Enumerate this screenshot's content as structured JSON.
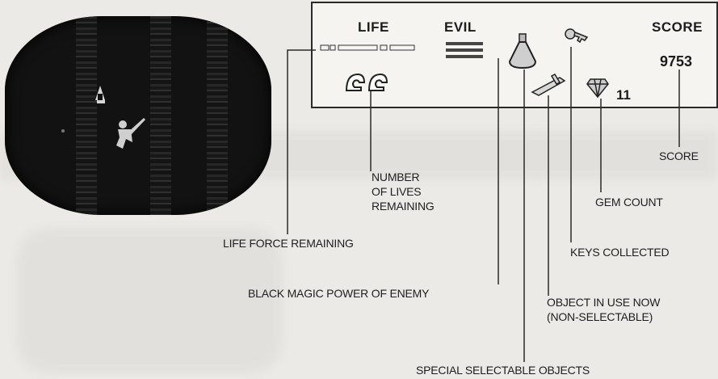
{
  "hud": {
    "life_label": "LIFE",
    "evil_label": "EVIL",
    "score_label": "SCORE",
    "score_value": "9753",
    "gem_count_value": "11"
  },
  "callouts": {
    "lives_line1": "NUMBER",
    "lives_line2": "OF LIVES",
    "lives_line3": "REMAINING",
    "score": "SCORE",
    "gem_count": "GEM COUNT",
    "life_force": "LIFE FORCE REMAINING",
    "keys": "KEYS COLLECTED",
    "black_magic": "BLACK MAGIC POWER OF ENEMY",
    "object_line1": "OBJECT IN USE NOW",
    "object_line2": "(NON-SELECTABLE)",
    "special": "SPECIAL SELECTABLE OBJECTS"
  },
  "icons": {
    "lives": "helmet-icon",
    "potion": "flask-icon",
    "key": "key-icon",
    "weapon": "dagger-icon",
    "gem": "gem-icon"
  },
  "colors": {
    "ink": "#1c1c1c",
    "paper": "#eceae6",
    "screen": "#121212"
  }
}
